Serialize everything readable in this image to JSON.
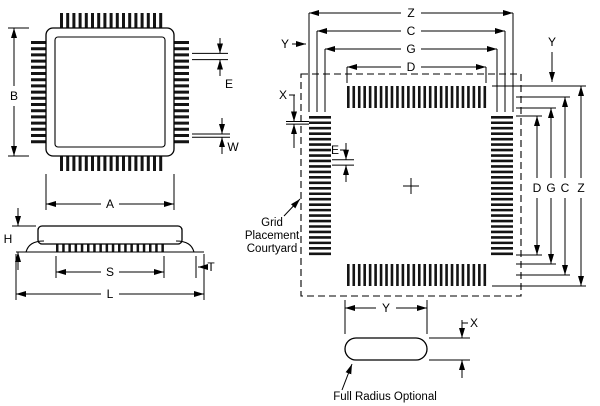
{
  "top_view": {
    "a": "A",
    "b": "B",
    "e": "E",
    "w": "W"
  },
  "side_view": {
    "h": "H",
    "s": "S",
    "t": "T",
    "l": "L"
  },
  "land_pattern": {
    "top_dims": {
      "z": "Z",
      "c": "C",
      "g": "G",
      "d": "D"
    },
    "right_dims": {
      "d": "D",
      "g": "G",
      "c": "C",
      "z": "Z"
    },
    "y_left": "Y",
    "x_left": "X",
    "e": "E",
    "y_right": "Y",
    "y_bottom": "Y",
    "x_bottom": "X",
    "courtyard_note": {
      "line1": "Grid",
      "line2": "Placement",
      "line3": "Courtyard"
    },
    "full_radius_note": "Full Radius Optional"
  },
  "colors": {
    "line": "#000000",
    "background": "#ffffff"
  }
}
